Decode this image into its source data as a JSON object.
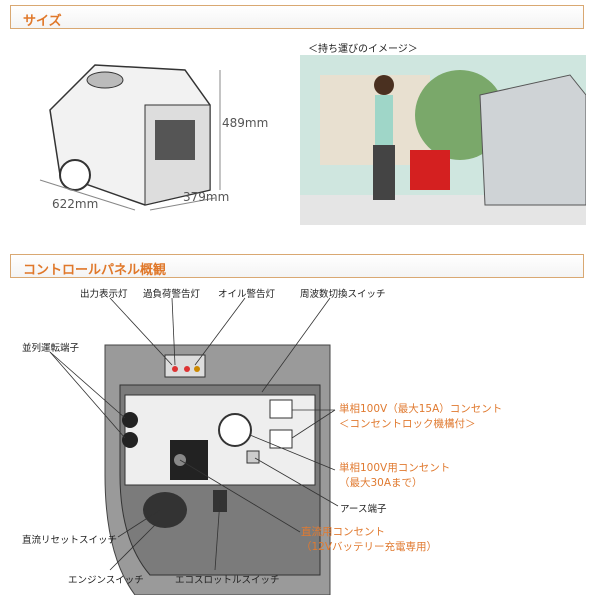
{
  "size_section": {
    "title": "サイズ",
    "dimensions": {
      "height": "489mm",
      "length": "622mm",
      "width": "379mm"
    },
    "carry_caption": "＜持ち運びのイメージ＞"
  },
  "panel_section": {
    "title": "コントロールパネル概観",
    "labels": {
      "output_lamp": "出力表示灯",
      "overload_lamp": "過負荷警告灯",
      "oil_lamp": "オイル警告灯",
      "freq_switch": "周波数切換スイッチ",
      "parallel_terminal": "並列運転端子",
      "dc_reset": "直流リセットスイッチ",
      "engine_switch": "エンジンスイッチ",
      "eco_switch": "エコスロットルスイッチ",
      "earth": "アース端子"
    },
    "orange_labels": {
      "outlet15_line1": "単相100V（最大15A）コンセント",
      "outlet15_line2": "＜コンセントロック機構付＞",
      "outlet30_line1": "単相100V用コンセント",
      "outlet30_line2": "（最大30Aまで）",
      "dc_line1": "直流用コンセント",
      "dc_line2": "（12Vバッテリー充電専用）"
    }
  },
  "colors": {
    "accent": "#e07a30",
    "border": "#d9a872"
  }
}
